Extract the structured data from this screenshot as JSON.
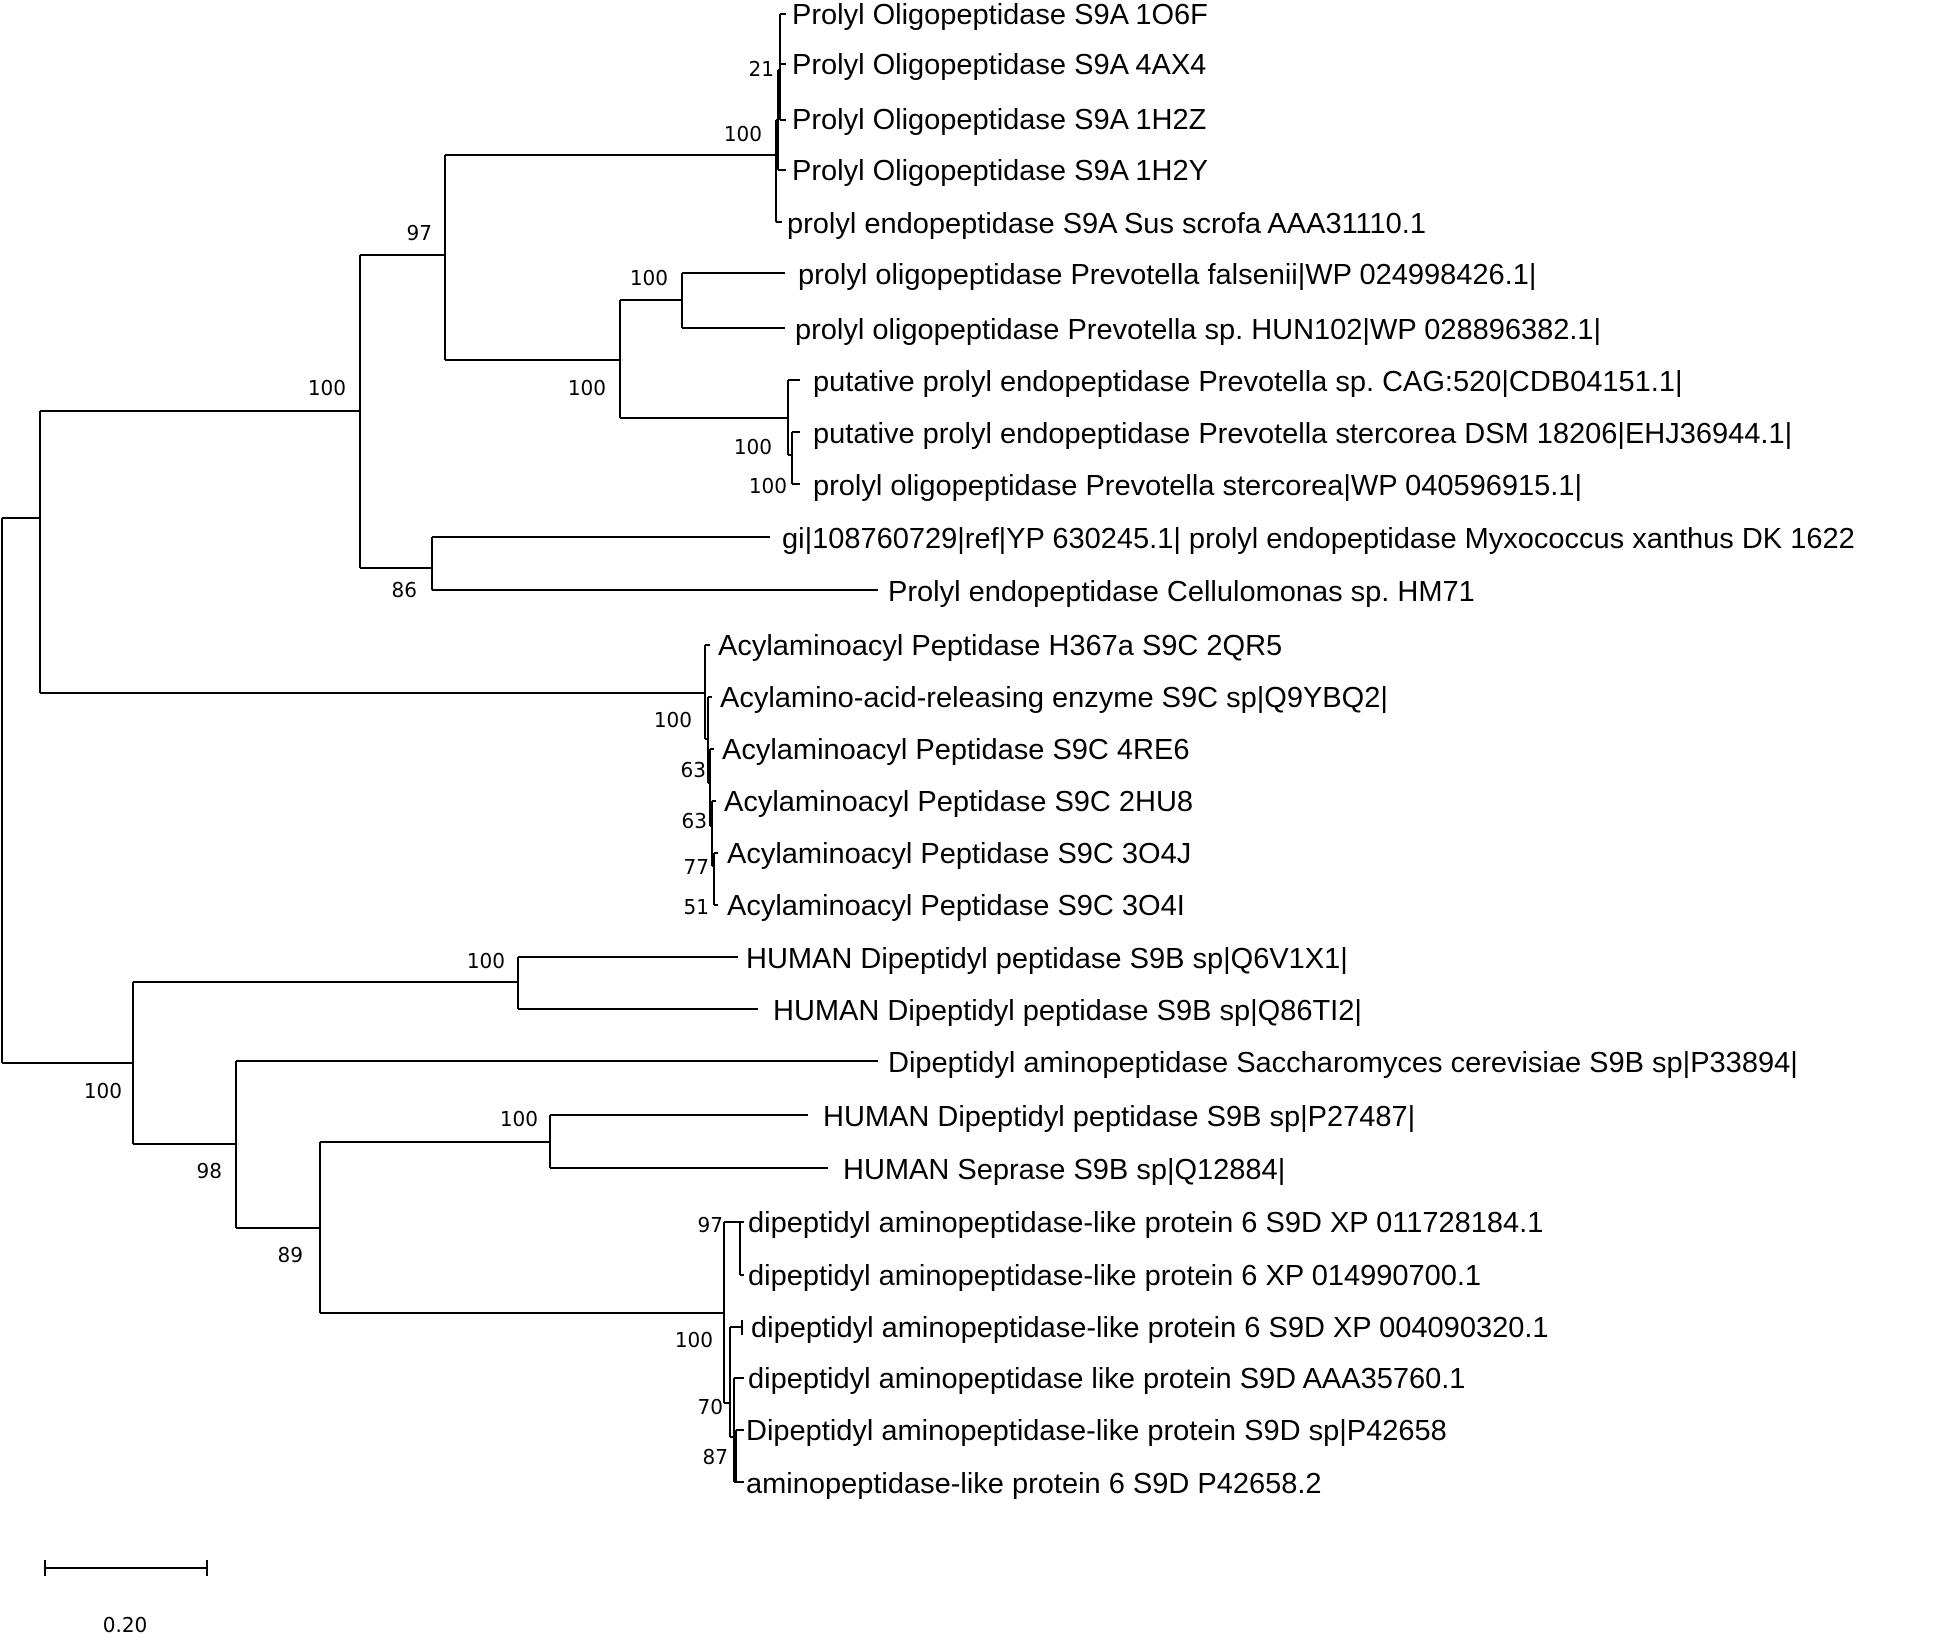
{
  "leaves": [
    "Prolyl Oligopeptidase S9A 1O6F",
    "Prolyl Oligopeptidase S9A 4AX4",
    "Prolyl Oligopeptidase S9A 1H2Z",
    "Prolyl Oligopeptidase S9A 1H2Y",
    "prolyl endopeptidase S9A Sus scrofa AAA31110.1",
    "prolyl oligopeptidase Prevotella falsenii|WP 024998426.1|",
    "prolyl oligopeptidase Prevotella sp. HUN102|WP 028896382.1|",
    "putative prolyl endopeptidase Prevotella sp. CAG:520|CDB04151.1|",
    "putative prolyl endopeptidase Prevotella stercorea DSM 18206|EHJ36944.1|",
    "prolyl oligopeptidase Prevotella stercorea|WP 040596915.1|",
    "gi|108760729|ref|YP 630245.1| prolyl endopeptidase Myxococcus xanthus DK 1622",
    "Prolyl endopeptidase Cellulomonas sp. HM71",
    "Acylaminoacyl Peptidase H367a S9C 2QR5",
    "Acylamino-acid-releasing enzyme S9C sp|Q9YBQ2|",
    "Acylaminoacyl Peptidase S9C 4RE6",
    "Acylaminoacyl Peptidase S9C 2HU8",
    "Acylaminoacyl Peptidase S9C 3O4J",
    "Acylaminoacyl Peptidase S9C 3O4I",
    "HUMAN Dipeptidyl peptidase S9B sp|Q6V1X1|",
    "HUMAN Dipeptidyl peptidase S9B sp|Q86TI2|",
    "Dipeptidyl aminopeptidase Saccharomyces cerevisiae S9B sp|P33894|",
    "HUMAN Dipeptidyl peptidase S9B sp|P27487|",
    "HUMAN Seprase S9B sp|Q12884|",
    "dipeptidyl aminopeptidase-like protein 6 S9D XP 011728184.1",
    "dipeptidyl aminopeptidase-like protein 6 XP 014990700.1",
    "dipeptidyl aminopeptidase-like protein 6 S9D XP 004090320.1",
    "dipeptidyl aminopeptidase like protein S9D AAA35760.1",
    "Dipeptidyl aminopeptidase-like protein S9D sp|P42658",
    "aminopeptidase-like protein 6 S9D P42658.2"
  ],
  "support_values": [
    "21",
    "100",
    "97",
    "100",
    "100",
    "100",
    "100",
    "100",
    "86",
    "100",
    "63",
    "63",
    "77",
    "51",
    "100",
    "100",
    "100",
    "98",
    "89",
    "97",
    "100",
    "70",
    "87"
  ],
  "scale_bar": {
    "label": "0.20",
    "length": 0.2
  }
}
